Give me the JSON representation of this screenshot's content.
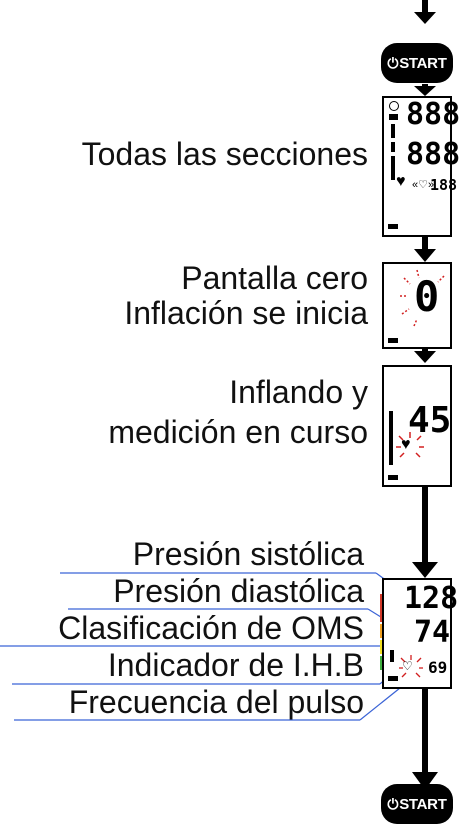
{
  "start_button": {
    "label": "START"
  },
  "steps": {
    "all_sections": {
      "label": "Todas las secciones",
      "sys": "888",
      "dia": "888",
      "pulse": "188"
    },
    "zero_screen": {
      "line1": "Pantalla cero",
      "line2": "Inflación se inicia",
      "digit": "0"
    },
    "inflating": {
      "line1": "Inflando y",
      "line2": "medición en curso",
      "value": "45"
    },
    "result": {
      "sys": "128",
      "dia": "74",
      "pulse": "69"
    }
  },
  "result_labels": [
    "Presión sistólica",
    "Presión diastólica",
    "Clasificación de OMS",
    "Indicador de I.H.B",
    "Frecuencia del pulso"
  ],
  "colors": {
    "callout_line": "#3a63d6",
    "flash": "#d22020",
    "who_red": "#d43a2a",
    "who_orange": "#f0a020",
    "who_yellow": "#f2e020",
    "who_green": "#40b040"
  }
}
